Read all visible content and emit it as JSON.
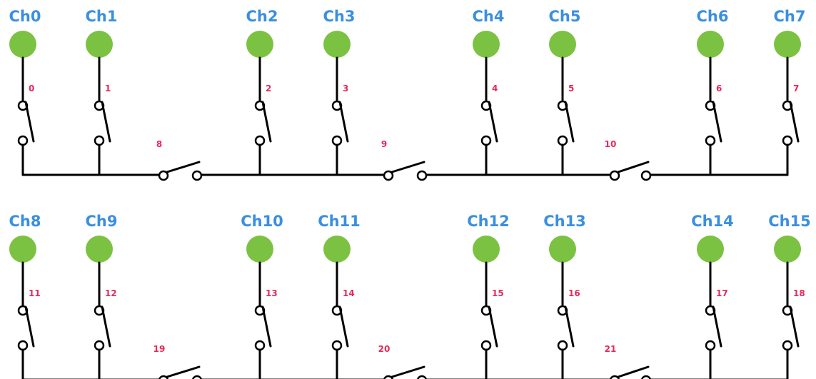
{
  "colors": {
    "channel_label": "#3b8fe0",
    "channel_node": "#7cc242",
    "switch_label": "#e52a5a",
    "wire": "#000000"
  },
  "rows": [
    {
      "channels": [
        {
          "label": "Ch0",
          "switch_label": "0"
        },
        {
          "label": "Ch1",
          "switch_label": "1"
        },
        {
          "label": "Ch2",
          "switch_label": "2"
        },
        {
          "label": "Ch3",
          "switch_label": "3"
        },
        {
          "label": "Ch4",
          "switch_label": "4"
        },
        {
          "label": "Ch5",
          "switch_label": "5"
        },
        {
          "label": "Ch6",
          "switch_label": "6"
        },
        {
          "label": "Ch7",
          "switch_label": "7"
        }
      ],
      "bus_switches": [
        "8",
        "9",
        "10"
      ]
    },
    {
      "channels": [
        {
          "label": "Ch8",
          "switch_label": "11"
        },
        {
          "label": "Ch9",
          "switch_label": "12"
        },
        {
          "label": "Ch10",
          "switch_label": "13"
        },
        {
          "label": "Ch11",
          "switch_label": "14"
        },
        {
          "label": "Ch12",
          "switch_label": "15"
        },
        {
          "label": "Ch13",
          "switch_label": "16"
        },
        {
          "label": "Ch14",
          "switch_label": "17"
        },
        {
          "label": "Ch15",
          "switch_label": "18"
        }
      ],
      "bus_switches": [
        "19",
        "20",
        "21"
      ]
    }
  ]
}
